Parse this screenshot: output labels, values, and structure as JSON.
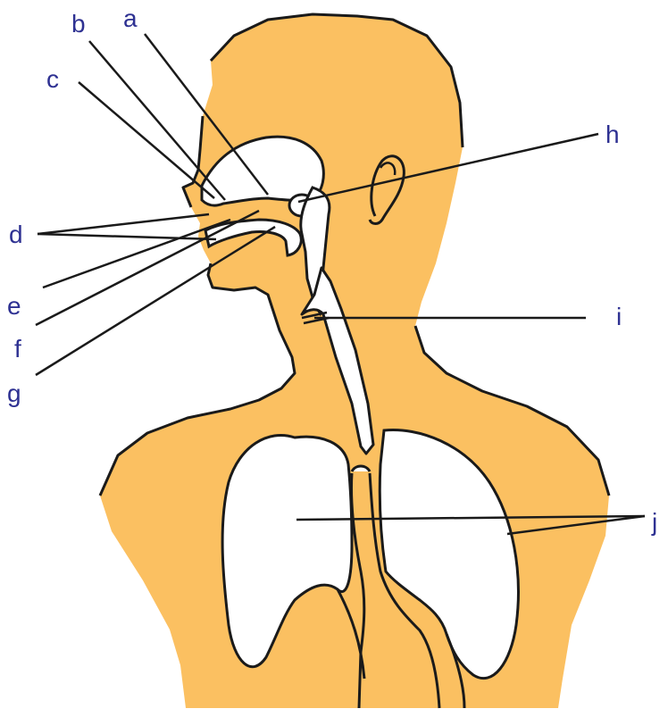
{
  "colors": {
    "body_fill": "#fbc061",
    "outline": "#1a1a1a",
    "airway_fill": "#ffffff",
    "label_text": "#2e3192",
    "leader_line": "#1a1a1a"
  },
  "labels": {
    "a": "a",
    "b": "b",
    "c": "c",
    "d": "d",
    "e": "e",
    "f": "f",
    "g": "g",
    "h": "h",
    "i": "i",
    "j": "j"
  }
}
